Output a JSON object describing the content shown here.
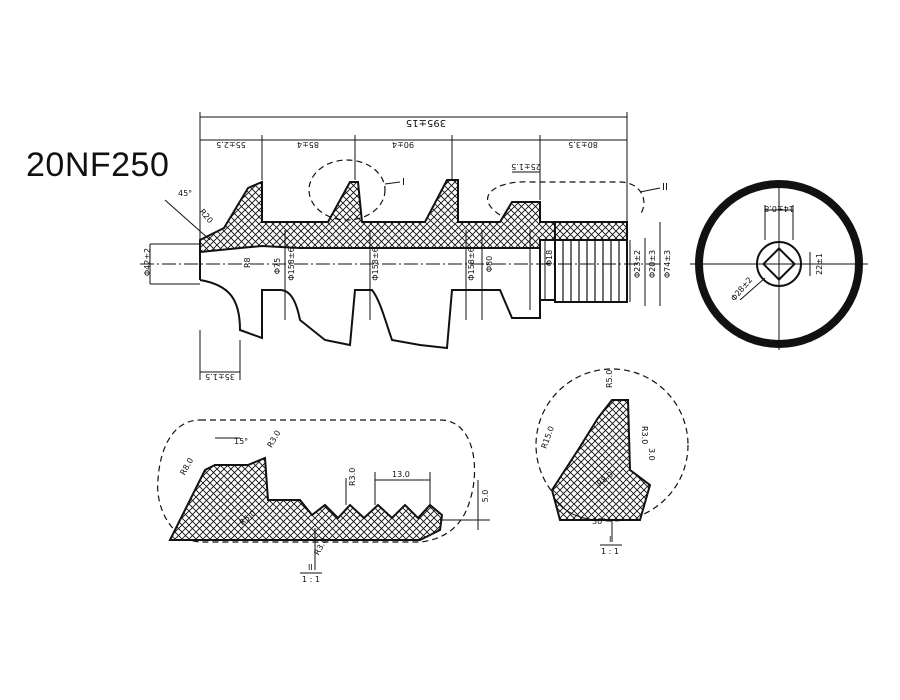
{
  "title": "20NF250",
  "main_view": {
    "overall_length": "395±15",
    "segments": [
      "55±2.5",
      "85±4",
      "90±4",
      "80±3.5"
    ],
    "lead_dim": "25±1.5",
    "angle": "45°",
    "radius_top": "R20",
    "radius_root": "R8",
    "diameters": [
      "Φ75",
      "Φ158±6",
      "Φ158±6",
      "Φ158±6",
      "Φ80"
    ],
    "left_dia": "Φ42±2",
    "bottom_dim": "35±1.5",
    "right_dias": [
      "Φ18",
      "Φ23±2",
      "Φ20±3",
      "Φ74±3"
    ],
    "detail_refs": [
      "I",
      "II"
    ]
  },
  "end_view": {
    "inner_dim": "14±0.8",
    "side_dim": "22±1",
    "outer_dim": "Φ28±2"
  },
  "detail_II": {
    "angle": "15°",
    "radii": [
      "R3.0",
      "R8.0",
      "R3.0",
      "R5.0",
      "R3.0"
    ],
    "pitch": "13.0",
    "height": "5.0",
    "label": "II",
    "scale": "1 : 1"
  },
  "detail_I": {
    "radii": [
      "R5.0",
      "R15.0",
      "R3.0",
      "R8.0"
    ],
    "width": "3.0",
    "angle": "30°",
    "label": "I",
    "scale": "1 : 1"
  }
}
